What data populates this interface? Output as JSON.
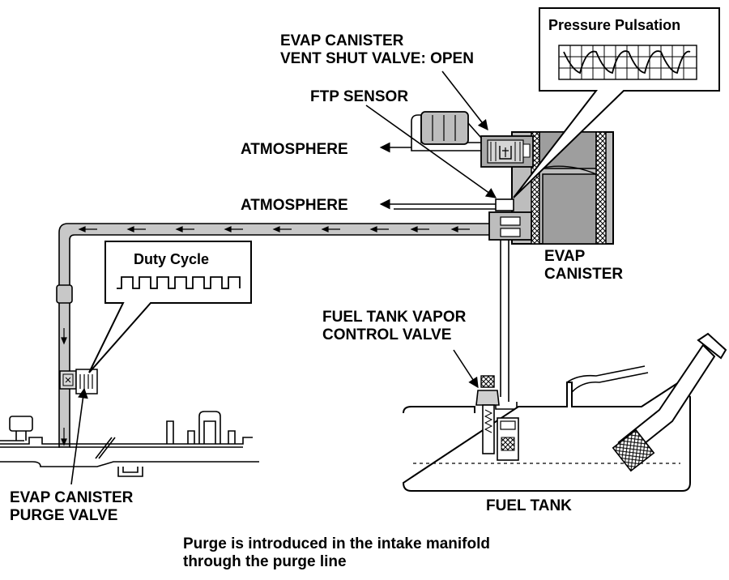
{
  "labels": {
    "vent_valve_line1": "EVAP CANISTER",
    "vent_valve_line2": "VENT SHUT VALVE: OPEN",
    "ftp_sensor": "FTP SENSOR",
    "atmosphere_upper": "ATMOSPHERE",
    "atmosphere_lower": "ATMOSPHERE",
    "evap_canister_line1": "EVAP",
    "evap_canister_line2": "CANISTER",
    "vapor_valve_line1": "FUEL TANK VAPOR",
    "vapor_valve_line2": "CONTROL VALVE",
    "purge_valve_line1": "EVAP CANISTER",
    "purge_valve_line2": "PURGE VALVE",
    "fuel_tank": "FUEL TANK"
  },
  "callouts": {
    "pressure": "Pressure Pulsation",
    "duty": "Duty Cycle"
  },
  "caption": {
    "line1": "Purge is introduced in the intake manifold",
    "line2": "through the purge line"
  },
  "colors": {
    "line": "#000000",
    "component_fill": "#bdbdbd",
    "component_dark": "#8a8a8a",
    "background": "#ffffff"
  }
}
